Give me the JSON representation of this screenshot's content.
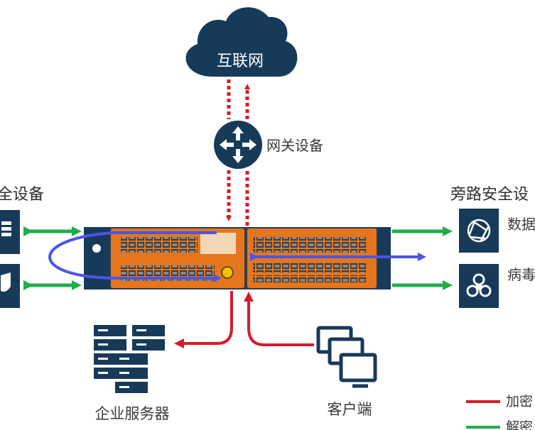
{
  "diagram": {
    "internet_label": "互联网",
    "gateway_label": "网关设备",
    "inline_security_label": "全设备",
    "bypass_security_label": "旁路安全设",
    "bypass_tool_1_label": "数据",
    "bypass_tool_2_label": "病毒",
    "enterprise_servers_label": "企业服务器",
    "clients_label": "客户端",
    "legend_encrypted_label": "加密",
    "legend_decrypted_label": "解密"
  },
  "colors": {
    "navy": "#173a59",
    "encrypted_red": "#d51c2b",
    "decrypted_green": "#1fae4a",
    "loop_blue": "#4b55e8",
    "appliance_orange": "#e5761e"
  },
  "icons": {
    "cloud": "cloud-icon",
    "gateway": "router-icon",
    "inline_tool_1": "firewall-icon",
    "inline_tool_2": "shield-icon",
    "bypass_tool_1": "aperture-icon",
    "bypass_tool_2": "biohazard-icon",
    "servers": "server-rack-icon",
    "clients": "monitor-stack-icon"
  }
}
